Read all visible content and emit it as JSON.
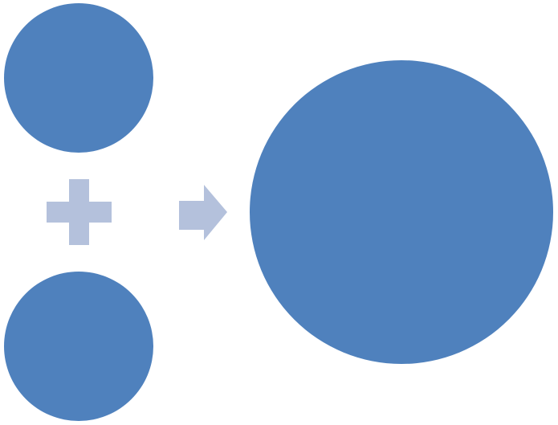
{
  "diagram": {
    "type": "equation",
    "inputs": [
      {
        "shape": "circle",
        "label": ""
      },
      {
        "shape": "circle",
        "label": ""
      }
    ],
    "operator": {
      "symbol": "plus",
      "icon": "plus-icon"
    },
    "connector": {
      "symbol": "arrow-right",
      "icon": "arrow-right-icon"
    },
    "result": {
      "shape": "circle",
      "label": ""
    }
  },
  "colors": {
    "circle_fill": "#4f81bd",
    "operator_fill": "#b4c1dc",
    "background": "#ffffff"
  }
}
